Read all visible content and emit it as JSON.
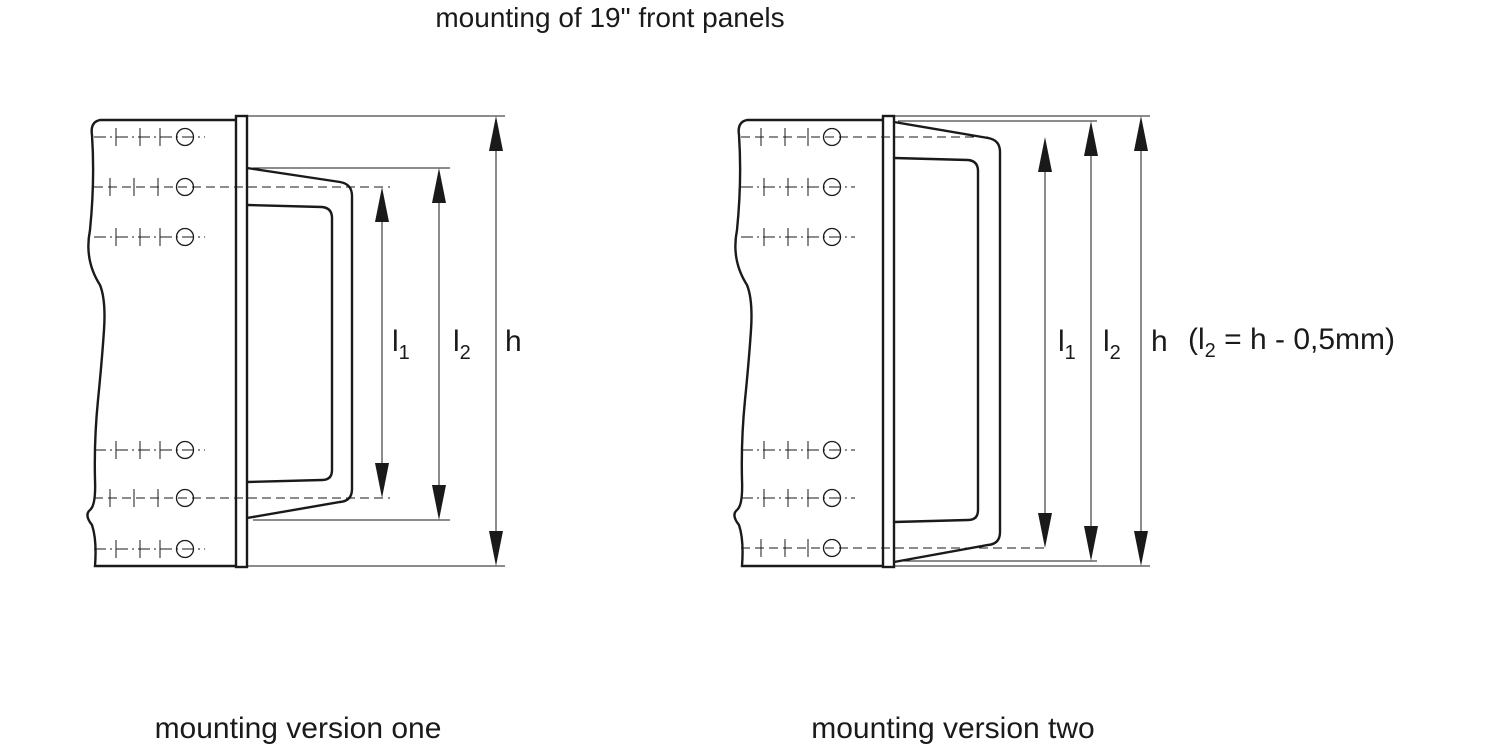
{
  "title": "mounting of 19\" front panels",
  "version_one": {
    "caption": "mounting version one",
    "dim_l1": {
      "letter": "l",
      "sub": "1"
    },
    "dim_l2": {
      "letter": "l",
      "sub": "2"
    },
    "dim_h": "h"
  },
  "version_two": {
    "caption": "mounting version two",
    "dim_l1": {
      "letter": "l",
      "sub": "1"
    },
    "dim_l2": {
      "letter": "l",
      "sub": "2"
    },
    "dim_h": "h",
    "note": {
      "open": "(l",
      "sub": "2",
      "rest": " = h - 0,5mm)"
    }
  }
}
